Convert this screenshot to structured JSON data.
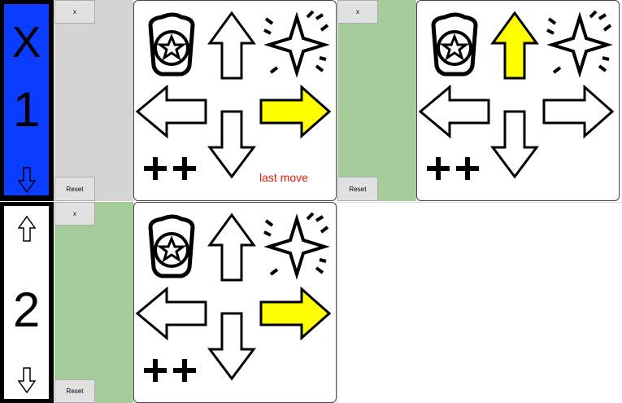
{
  "colors": {
    "player1_active": "#0a3dff",
    "player_frame": "#000000",
    "idle_area": "#d4d4d4",
    "ready_area": "#a5cc9a",
    "highlight": "#ffff00",
    "last_move_text": "#e8190b"
  },
  "players": [
    {
      "prefix": "X",
      "number": "1",
      "active": true,
      "down_icon": "arrow-down-outline-icon"
    },
    {
      "number": "2",
      "active": false,
      "up_icon": "arrow-up-outline-icon",
      "down_icon": "arrow-down-outline-icon"
    }
  ],
  "panels": [
    {
      "close_label": "x",
      "reset_label": "Reset",
      "status_area": "idle",
      "highlighted": [
        "right"
      ],
      "last_move_label": "last move"
    },
    {
      "close_label": "x",
      "reset_label": "Reset",
      "status_area": "ready",
      "highlighted": [
        "up"
      ]
    },
    {
      "close_label": "x",
      "reset_label": "Reset",
      "status_area": "ready",
      "highlighted": [
        "right"
      ]
    }
  ],
  "commands": [
    "shield-star-icon",
    "arrow-up-icon",
    "sparkle-burst-icon",
    "arrow-left-icon",
    "arrow-right-icon",
    "arrow-down-icon",
    "double-plus-icon"
  ]
}
